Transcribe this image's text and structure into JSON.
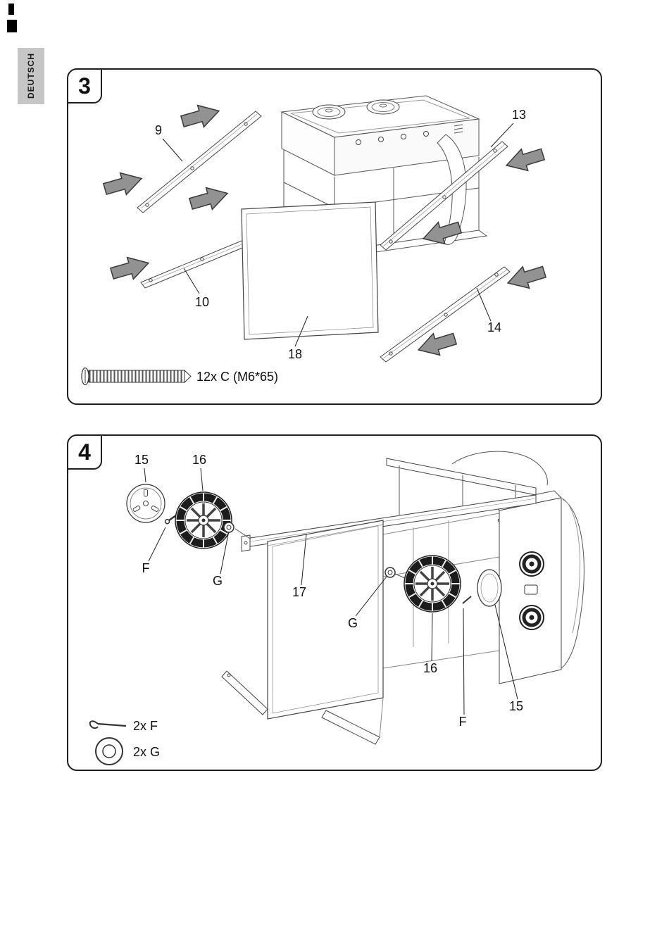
{
  "page": {
    "language_tab": "DEUTSCH"
  },
  "step3": {
    "number": "3",
    "part_labels": {
      "rail_top_left": "9",
      "rail_bottom_left": "10",
      "rail_top_right": "13",
      "rail_bottom_right": "14",
      "panel": "18"
    },
    "hardware": {
      "screw": "12x C (M6*65)"
    }
  },
  "step4": {
    "number": "4",
    "part_labels": {
      "hubcap_left": "15",
      "wheel_left": "16",
      "pin_left": "F",
      "washer_left": "G",
      "rail": "17",
      "washer_right": "G",
      "wheel_right": "16",
      "pin_right": "F",
      "hubcap_right": "15"
    },
    "hardware": {
      "pin": "2x F",
      "washer": "2x G"
    }
  }
}
